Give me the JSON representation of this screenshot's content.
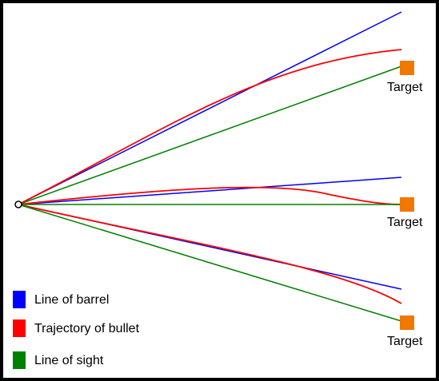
{
  "colors": {
    "barrel": "#0000ff",
    "trajectory": "#ff0000",
    "sight": "#008000",
    "target": "#f07800",
    "border": "#000000",
    "background": "#ffffff"
  },
  "scenarios": [
    {
      "target_label": "Target"
    },
    {
      "target_label": "Target"
    },
    {
      "target_label": "Target"
    }
  ],
  "legend": {
    "items": [
      {
        "label": "Line of barrel",
        "color_key": "barrel"
      },
      {
        "label": "Trajectory of bullet",
        "color_key": "trajectory"
      },
      {
        "label": "Line of sight",
        "color_key": "sight"
      }
    ]
  }
}
